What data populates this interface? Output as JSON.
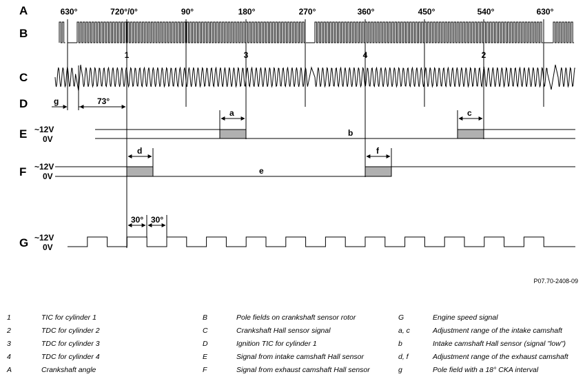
{
  "diagram": {
    "row_labels": [
      "A",
      "B",
      "C",
      "D",
      "E",
      "F",
      "G"
    ],
    "angle_labels": [
      "630°",
      "720°/0°",
      "90°",
      "180°",
      "270°",
      "360°",
      "450°",
      "540°",
      "630°"
    ],
    "cylinder_labels": [
      "1",
      "3",
      "4",
      "2"
    ],
    "d_row": {
      "g": "g",
      "angle": "73°"
    },
    "e_row": {
      "high": "~12V",
      "low": "0V",
      "a": "a",
      "b": "b",
      "c": "c"
    },
    "f_row": {
      "high": "~12V",
      "low": "0V",
      "d": "d",
      "e": "e",
      "f": "f"
    },
    "g_row": {
      "high": "~12V",
      "low": "0V",
      "pulse1": "30°",
      "pulse2": "30°"
    },
    "reference": "P07.70-2408-09"
  },
  "legend": {
    "col1": [
      {
        "key": "1",
        "text": "TIC for cylinder 1"
      },
      {
        "key": "2",
        "text": "TDC for cylinder 2"
      },
      {
        "key": "3",
        "text": "TDC for cylinder 3"
      },
      {
        "key": "4",
        "text": "TDC for cylinder 4"
      },
      {
        "key": "A",
        "text": "Crankshaft angle"
      }
    ],
    "col2": [
      {
        "key": "B",
        "text": "Pole fields on crankshaft sensor rotor"
      },
      {
        "key": "C",
        "text": "Crankshaft Hall sensor signal"
      },
      {
        "key": "D",
        "text": "Ignition TIC for cylinder 1"
      },
      {
        "key": "E",
        "text": "Signal from intake camshaft Hall sensor"
      },
      {
        "key": "F",
        "text": "Signal from exhaust camshaft Hall sensor"
      }
    ],
    "col3": [
      {
        "key": "G",
        "text": "Engine speed signal"
      },
      {
        "key": "a, c",
        "text": "Adjustment range of the intake camshaft"
      },
      {
        "key": "b",
        "text": "Intake camshaft Hall sensor (signal \"low\")"
      },
      {
        "key": "d, f",
        "text": "Adjustment range of the exhaust camshaft"
      },
      {
        "key": "g",
        "text": "Pole field with a 18° CKA interval"
      }
    ]
  }
}
